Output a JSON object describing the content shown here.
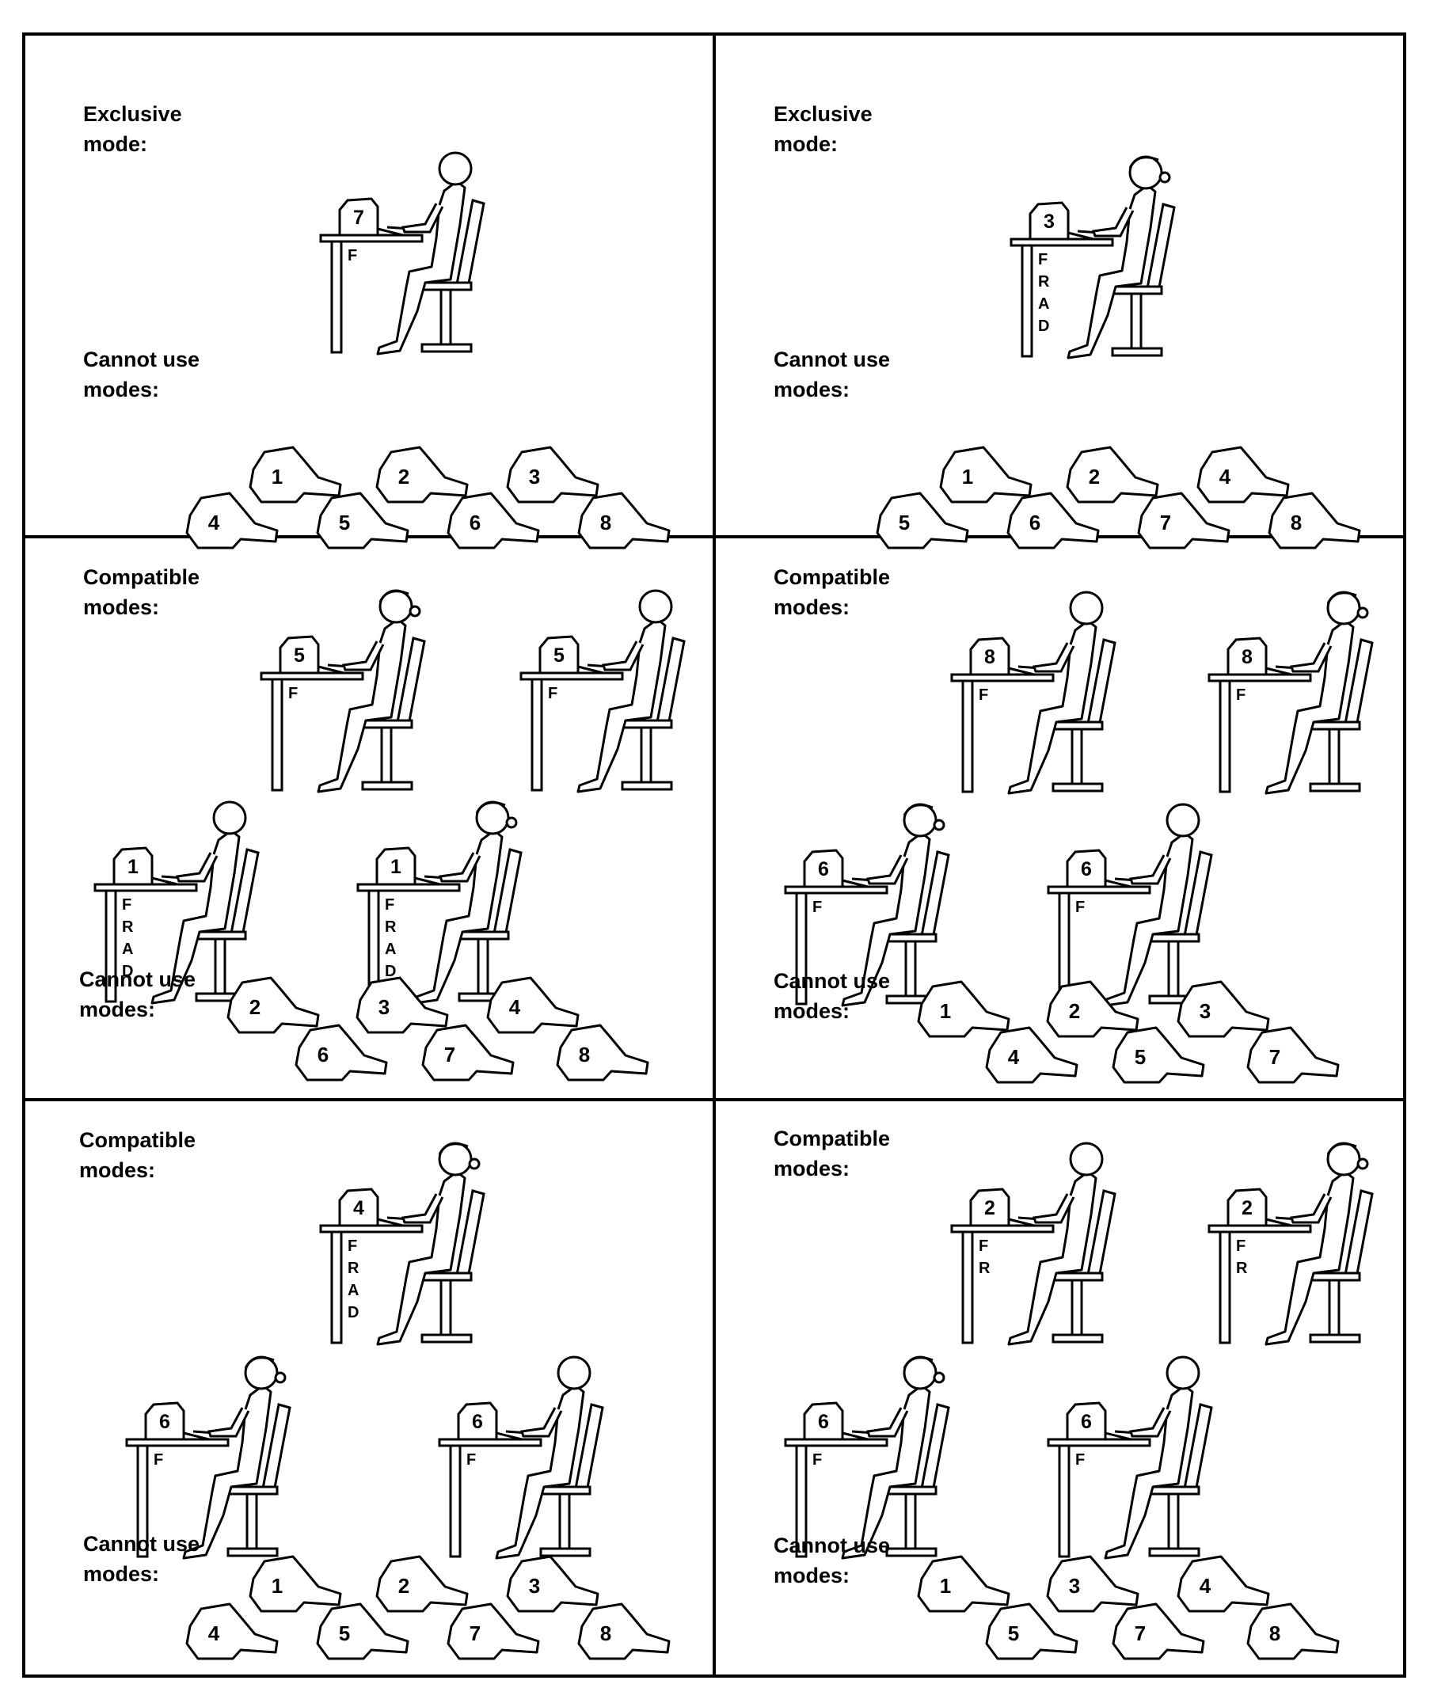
{
  "panels": [
    {
      "top_label": [
        "Exclusive",
        "mode:"
      ],
      "workstations": [
        {
          "mode": "7",
          "codes": [
            "F"
          ],
          "person": "man"
        }
      ],
      "bottom_label": [
        "Cannot use",
        "modes:"
      ],
      "unusable_modes": [
        "1",
        "2",
        "3",
        "4",
        "5",
        "6",
        "8"
      ]
    },
    {
      "top_label": [
        "Exclusive",
        "mode:"
      ],
      "workstations": [
        {
          "mode": "3",
          "codes": [
            "F",
            "R",
            "A",
            "D"
          ],
          "person": "woman"
        }
      ],
      "bottom_label": [
        "Cannot use",
        "modes:"
      ],
      "unusable_modes": [
        "1",
        "2",
        "4",
        "5",
        "6",
        "7",
        "8"
      ]
    },
    {
      "top_label": [
        "Compatible",
        "modes:"
      ],
      "workstations": [
        {
          "mode": "5",
          "codes": [
            "F"
          ],
          "person": "woman"
        },
        {
          "mode": "5",
          "codes": [
            "F"
          ],
          "person": "man"
        },
        {
          "mode": "1",
          "codes": [
            "F",
            "R",
            "A",
            "D"
          ],
          "person": "man"
        },
        {
          "mode": "1",
          "codes": [
            "F",
            "R",
            "A",
            "D"
          ],
          "person": "woman"
        }
      ],
      "bottom_label": [
        "Cannot use",
        "modes:"
      ],
      "unusable_modes": [
        "2",
        "3",
        "4",
        "6",
        "7",
        "8"
      ]
    },
    {
      "top_label": [
        "Compatible",
        "modes:"
      ],
      "workstations": [
        {
          "mode": "8",
          "codes": [
            "F"
          ],
          "person": "man"
        },
        {
          "mode": "8",
          "codes": [
            "F"
          ],
          "person": "woman"
        },
        {
          "mode": "6",
          "codes": [
            "F"
          ],
          "person": "woman"
        },
        {
          "mode": "6",
          "codes": [
            "F"
          ],
          "person": "man"
        }
      ],
      "bottom_label": [
        "Cannot use",
        "modes:"
      ],
      "unusable_modes": [
        "1",
        "2",
        "3",
        "4",
        "5",
        "7"
      ]
    },
    {
      "top_label": [
        "Compatible",
        "modes:"
      ],
      "workstations": [
        {
          "mode": "4",
          "codes": [
            "F",
            "R",
            "A",
            "D"
          ],
          "person": "woman"
        },
        {
          "mode": "6",
          "codes": [
            "F"
          ],
          "person": "woman"
        },
        {
          "mode": "6",
          "codes": [
            "F"
          ],
          "person": "man"
        }
      ],
      "bottom_label": [
        "Cannot use",
        "modes:"
      ],
      "unusable_modes": [
        "1",
        "2",
        "3",
        "4",
        "5",
        "7",
        "8"
      ]
    },
    {
      "top_label": [
        "Compatible",
        "modes:"
      ],
      "workstations": [
        {
          "mode": "2",
          "codes": [
            "F",
            "R"
          ],
          "person": "man"
        },
        {
          "mode": "2",
          "codes": [
            "F",
            "R"
          ],
          "person": "woman"
        },
        {
          "mode": "6",
          "codes": [
            "F"
          ],
          "person": "woman"
        },
        {
          "mode": "6",
          "codes": [
            "F"
          ],
          "person": "man"
        }
      ],
      "bottom_label": [
        "Cannot use",
        "modes:"
      ],
      "unusable_modes": [
        "1",
        "3",
        "4",
        "5",
        "7",
        "8"
      ]
    }
  ]
}
